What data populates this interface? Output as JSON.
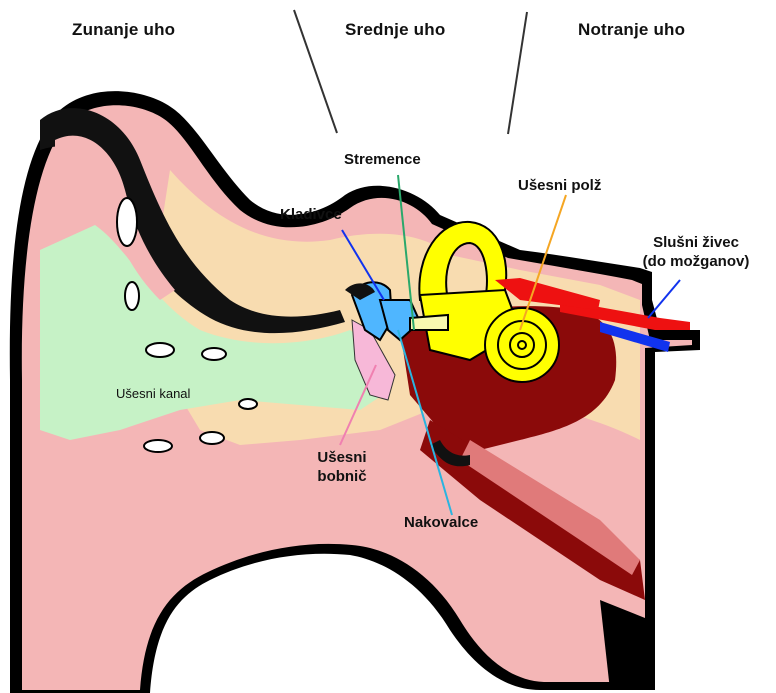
{
  "sections": {
    "outer": "Zunanje uho",
    "middle": "Srednje uho",
    "inner": "Notranje uho"
  },
  "labels": {
    "stirrup": "Stremence",
    "cochlea": "Ušesni polž",
    "hammer": "Kladivce",
    "nerve_line1": "Slušni živec",
    "nerve_line2": "(do možganov)",
    "canal": "Ušesni kanal",
    "eardrum_line1": "Ušesni",
    "eardrum_line2": "bobnič",
    "anvil": "Nakovalce"
  },
  "colors": {
    "skin": "#f4b6b6",
    "bone": "#f8dcb0",
    "canal_air": "#c6f2c6",
    "cochlea": "#ffff00",
    "ossicles": "#4fb6ff",
    "eardrum": "#f7b8d8",
    "inner_tissue": "#8b0a0a",
    "nerve_red": "#ee1111",
    "nerve_blue": "#1133ee",
    "leader_cochlea": "#f5a623",
    "leader_stirrup": "#2aa86b",
    "leader_eardrum": "#f080b0",
    "leader_anvil": "#2ab4e0"
  }
}
